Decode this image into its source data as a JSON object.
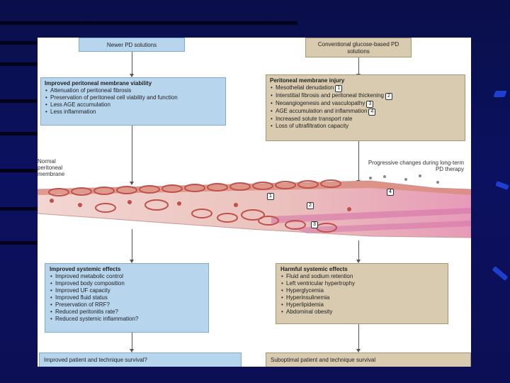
{
  "figure": {
    "left_top": {
      "title": "Newer PD solutions"
    },
    "right_top": {
      "title": "Conventional glucose-based PD solutions"
    },
    "left_membrane": {
      "heading": "Improved peritoneal membrane viability",
      "items": [
        "Attenuation of peritoneal fibrosis",
        "Preservation of peritoneal cell viability and function",
        "Less AGE accumulation",
        "Less inflammation"
      ]
    },
    "right_membrane": {
      "heading": "Peritoneal membrane injury",
      "items": [
        {
          "text": "Mesothelial denudation",
          "num": "1"
        },
        {
          "text": "Interstitial fibrosis and peritoneal thickening",
          "num": "2"
        },
        {
          "text": "Neoangiogenesis and vasculopathy",
          "num": "3"
        },
        {
          "text": "AGE accumulation and inflammation",
          "num": "4"
        },
        {
          "text": "Increased solute transport rate",
          "num": ""
        },
        {
          "text": "Loss of ultrafiltration capacity",
          "num": ""
        }
      ]
    },
    "labels": {
      "normal": "Normal peritoneal membrane",
      "progressive": "Progressive changes during long-term PD therapy"
    },
    "markers": [
      "1",
      "2",
      "3",
      "4"
    ],
    "left_systemic": {
      "heading": "Improved systemic effects",
      "items": [
        "Improved metabolic control",
        "Improved body composition",
        "Improved UF capacity",
        "Improved fluid status",
        "Preservation of RRF?",
        "Reduced peritonitis rate?",
        "Reduced systemic inflammation?"
      ]
    },
    "right_systemic": {
      "heading": "Harmful systemic effects",
      "items": [
        "Fluid and sodium retention",
        "Left ventricular hypertrophy",
        "Hyperglycemia",
        "Hyperinsulinemia",
        "Hyperlipidemia",
        "Abdominal obesity"
      ]
    },
    "left_bottom": {
      "text": "Improved patient and technique survival?"
    },
    "right_bottom": {
      "text": "Suboptimal patient and technique survival"
    }
  },
  "colors": {
    "slide_background": "#0b1160",
    "blue_box": "#b8d5ee",
    "tan_box": "#d9cbb0",
    "membrane": "#e8b6b0",
    "accent_tick": "#1e3fd0"
  }
}
